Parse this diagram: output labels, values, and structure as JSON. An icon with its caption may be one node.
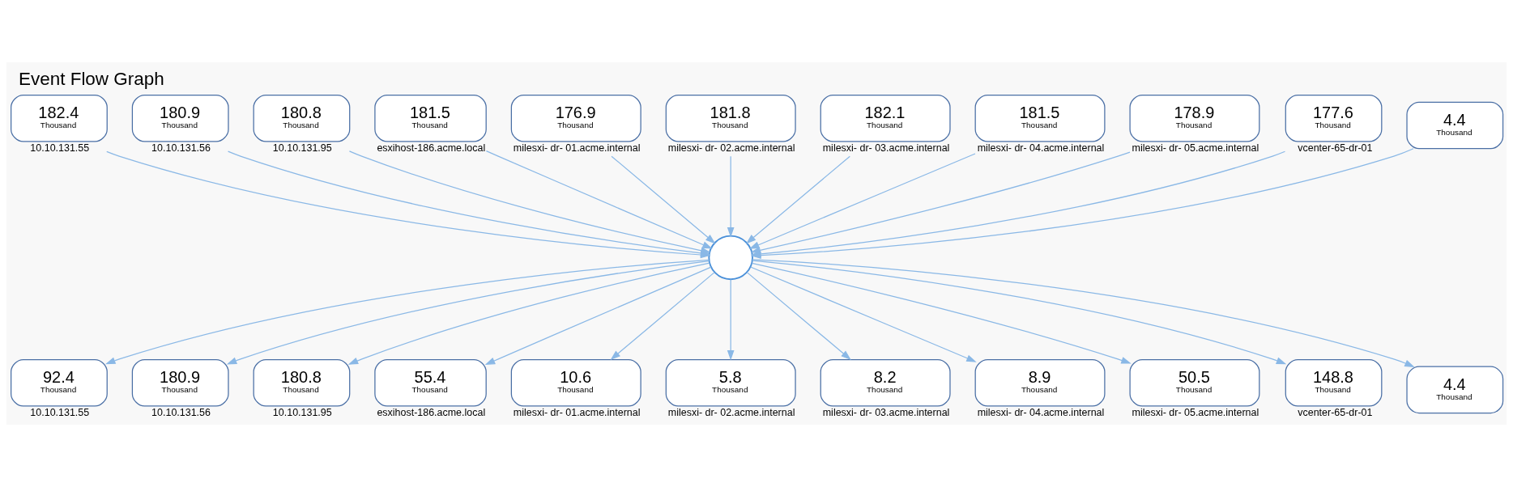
{
  "diagram": {
    "title": "Event Flow Graph",
    "nodes": [
      {
        "text": [
          "182.4",
          "Thousand"
        ],
        "beside": [
          "10.10.131.55"
        ]
      },
      {
        "text": [
          "180.9",
          "Thousand"
        ],
        "beside": [
          "10.10.131.56"
        ]
      },
      {
        "text": [
          "180.8",
          "Thousand"
        ],
        "beside": [
          "10.10.131.95"
        ]
      },
      {
        "text": [
          "181.5",
          "Thousand"
        ],
        "beside": [
          "esxihost-186.acme.local"
        ]
      },
      {
        "text": [
          "176.9",
          "Thousand"
        ],
        "beside": [
          "milesxi- dr- 01.acme.internal"
        ]
      },
      {
        "text": [
          "181.8",
          "Thousand"
        ],
        "beside": [
          "milesxi- dr- 02.acme.internal"
        ]
      },
      {
        "text": [
          "182.1",
          "Thousand"
        ],
        "beside": [
          "milesxi- dr- 03.acme.internal"
        ]
      },
      {
        "text": [
          "181.5",
          "Thousand"
        ],
        "beside": [
          "milesxi- dr- 04.acme.internal"
        ]
      },
      {
        "text": [
          "178.9",
          "Thousand"
        ],
        "beside": [
          "milesxi- dr- 05.acme.internal"
        ]
      },
      {
        "text": [
          "177.6",
          "Thousand"
        ],
        "beside": [
          "vcenter-65-dr-01"
        ]
      },
      {
        "text": [
          "4.4",
          "Thousand"
        ]
      },
      {
        "text": [],
        "shape": "circle"
      },
      {
        "text": [
          "92.4",
          "Thousand"
        ],
        "beside": [
          "10.10.131.55"
        ]
      },
      {
        "text": [
          "180.9",
          "Thousand"
        ],
        "beside": [
          "10.10.131.56"
        ]
      },
      {
        "text": [
          "180.8",
          "Thousand"
        ],
        "beside": [
          "10.10.131.95"
        ]
      },
      {
        "text": [
          "55.4",
          "Thousand"
        ],
        "beside": [
          "esxihost-186.acme.local"
        ]
      },
      {
        "text": [
          "10.6",
          "Thousand"
        ],
        "beside": [
          "milesxi- dr- 01.acme.internal"
        ]
      },
      {
        "text": [
          "5.8",
          "Thousand"
        ],
        "beside": [
          "milesxi- dr- 02.acme.internal"
        ]
      },
      {
        "text": [
          "8.2",
          "Thousand"
        ],
        "beside": [
          "milesxi- dr- 03.acme.internal"
        ]
      },
      {
        "text": [
          "8.9",
          "Thousand"
        ],
        "beside": [
          "milesxi- dr- 04.acme.internal"
        ]
      },
      {
        "text": [
          "50.5",
          "Thousand"
        ],
        "beside": [
          "milesxi- dr- 05.acme.internal"
        ]
      },
      {
        "text": [
          "148.8",
          "Thousand"
        ],
        "beside": [
          "vcenter-65-dr-01"
        ]
      },
      {
        "text": [
          "4.4",
          "Thousand"
        ]
      }
    ],
    "edges": [
      {
        "from": 0,
        "to": 11,
        "arrow": "to"
      },
      {
        "from": 1,
        "to": 11,
        "arrow": "to"
      },
      {
        "from": 2,
        "to": 11,
        "arrow": "to"
      },
      {
        "from": 3,
        "to": 11,
        "arrow": "to"
      },
      {
        "from": 4,
        "to": 11,
        "arrow": "to"
      },
      {
        "from": 5,
        "to": 11,
        "arrow": "to"
      },
      {
        "from": 6,
        "to": 11,
        "arrow": "to"
      },
      {
        "from": 7,
        "to": 11,
        "arrow": "to"
      },
      {
        "from": 8,
        "to": 11,
        "arrow": "to"
      },
      {
        "from": 9,
        "to": 11,
        "arrow": "to"
      },
      {
        "from": 10,
        "to": 11,
        "arrow": "to"
      },
      {
        "from": 11,
        "to": 12,
        "arrow": "to"
      },
      {
        "from": 11,
        "to": 13,
        "arrow": "to"
      },
      {
        "from": 11,
        "to": 14,
        "arrow": "to"
      },
      {
        "from": 11,
        "to": 15,
        "arrow": "to"
      },
      {
        "from": 11,
        "to": 16,
        "arrow": "to"
      },
      {
        "from": 11,
        "to": 17,
        "arrow": "to"
      },
      {
        "from": 11,
        "to": 18,
        "arrow": "to"
      },
      {
        "from": 11,
        "to": 19,
        "arrow": "to"
      },
      {
        "from": 11,
        "to": 20,
        "arrow": "to"
      },
      {
        "from": 11,
        "to": 21,
        "arrow": "to"
      },
      {
        "from": 11,
        "to": 22,
        "arrow": "to"
      }
    ]
  }
}
